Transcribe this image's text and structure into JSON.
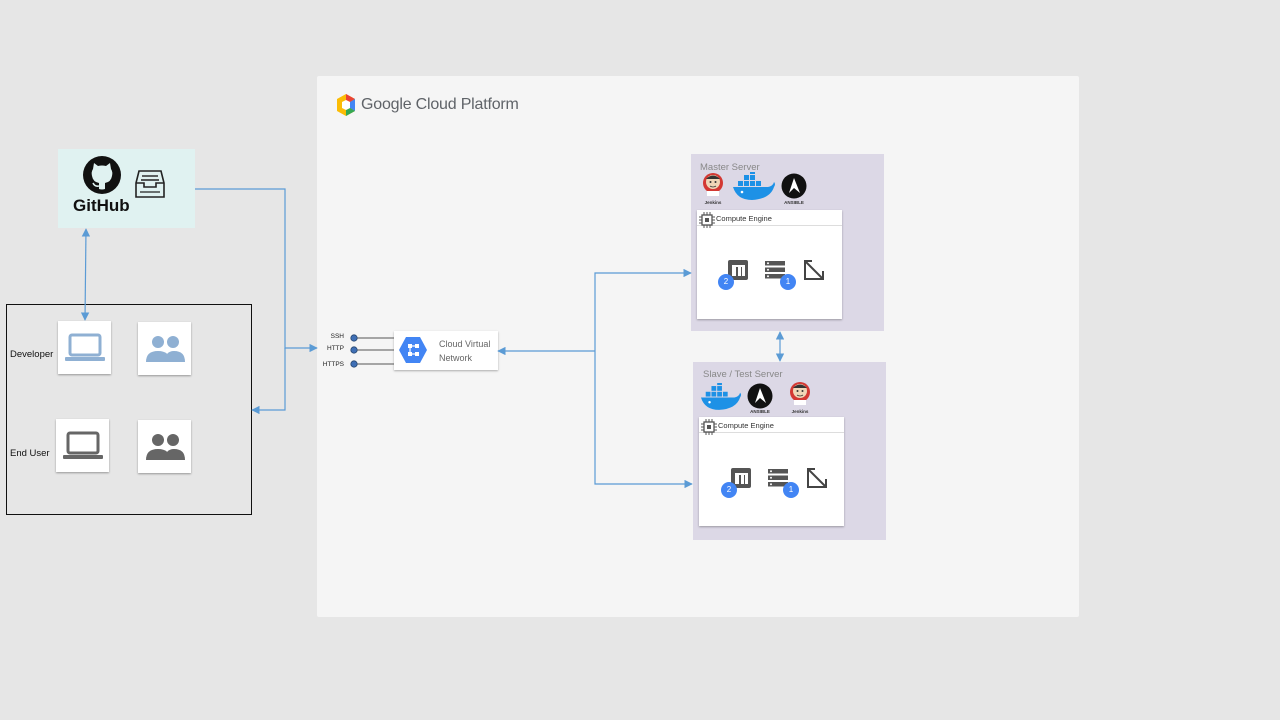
{
  "gcp": {
    "brand_text": "Google Cloud Platform"
  },
  "github": {
    "label": "GitHub"
  },
  "users": {
    "developer_label": "Developer",
    "enduser_label": "End User"
  },
  "network": {
    "label_line1": "Cloud Virtual",
    "label_line2": "Network",
    "protocols": [
      "SSH",
      "HTTP",
      "HTTPS"
    ]
  },
  "master": {
    "title": "Master Server",
    "compute_label": "Compute  Engine",
    "badge_left": "2",
    "badge_right": "1",
    "jenkins_label": "Jenkins",
    "ansible_label": "ANSIBLE"
  },
  "slave": {
    "title": "Slave / Test Server",
    "compute_label": "Compute  Engine",
    "badge_left": "2",
    "badge_right": "1",
    "jenkins_label": "Jenkins",
    "ansible_label": "ANSIBLE"
  },
  "colors": {
    "connector": "#5b9bd5",
    "gcp_blue": "#4285f4",
    "server_bg": "#dcd8e6",
    "github_bg": "#e0f2f1",
    "docker_blue": "#1d91e6"
  },
  "icons": {
    "gcp_logo": "gcp-hexagon-icon",
    "github": "github-octocat-icon",
    "repo": "inbox-tray-icon",
    "developer_laptop": "laptop-icon",
    "developer_group": "people-icon",
    "network": "cloud-virtual-network-icon",
    "jenkins": "jenkins-icon",
    "docker": "docker-icon",
    "ansible": "ansible-icon",
    "compute": "chip-icon",
    "disk": "persistent-disk-icon",
    "storage": "server-stack-icon",
    "scale": "resize-arrow-icon"
  }
}
